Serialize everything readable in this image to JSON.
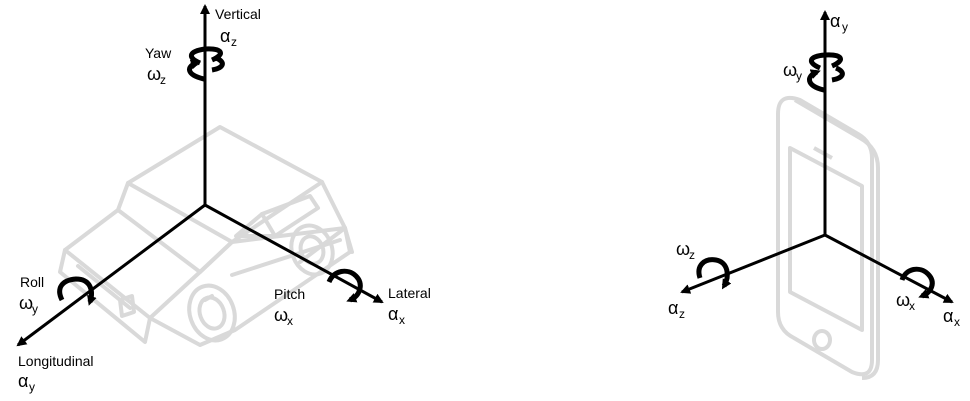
{
  "colors": {
    "axis": "#000000",
    "outline": "#d9d9d9",
    "background": "#ffffff"
  },
  "vehicle": {
    "vertical": {
      "word": "Vertical",
      "symbol": "α",
      "sub": "z"
    },
    "yaw": {
      "word": "Yaw",
      "symbol": "ω",
      "sub": "z"
    },
    "roll": {
      "word": "Roll",
      "symbol": "ω",
      "sub": "y"
    },
    "longitudinal": {
      "word": "Longitudinal",
      "symbol": "α",
      "sub": "y"
    },
    "pitch": {
      "word": "Pitch",
      "symbol": "ω",
      "sub": "x"
    },
    "lateral": {
      "word": "Lateral",
      "symbol": "α",
      "sub": "x"
    }
  },
  "phone": {
    "up_accel": {
      "symbol": "α",
      "sub": "y"
    },
    "up_rot": {
      "symbol": "ω",
      "sub": "y"
    },
    "left_rot": {
      "symbol": "ω",
      "sub": "z"
    },
    "left_accel": {
      "symbol": "α",
      "sub": "z"
    },
    "right_rot": {
      "symbol": "ω",
      "sub": "x"
    },
    "right_accel": {
      "symbol": "α",
      "sub": "x"
    }
  }
}
